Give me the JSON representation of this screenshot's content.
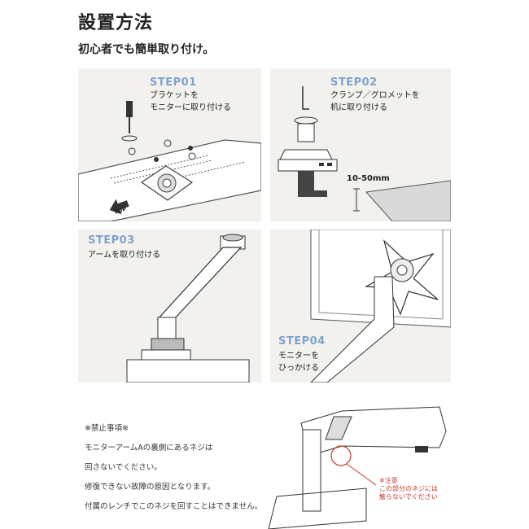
{
  "header": {
    "title": "設置方法",
    "subtitle": "初心者でも簡単取り付け。"
  },
  "steps": [
    {
      "label": "STEP01",
      "description": "ブラケットを\nモニターに取り付ける",
      "extra": "TOP"
    },
    {
      "label": "STEP02",
      "description": "クランプ／グロメットを\n机に取り付ける",
      "extra": "10-50mm"
    },
    {
      "label": "STEP03",
      "description": "アームを取り付ける"
    },
    {
      "label": "STEP04",
      "description": "モニターを\nひっかける"
    }
  ],
  "warning": {
    "heading": "※禁止事項※",
    "lines": [
      "モニターアームAの裏側にあるネジは",
      "回さないでください。",
      "修復できない故障の原因となります。",
      "付属のレンチでこのネジを回すことはできません。"
    ],
    "callout": "※注意\nこの部分のネジには\n触らないでください"
  },
  "colors": {
    "panel_bg": "#f3f1ee",
    "step_accent": "#7ea3cf",
    "warning_accent": "#c0392b"
  }
}
